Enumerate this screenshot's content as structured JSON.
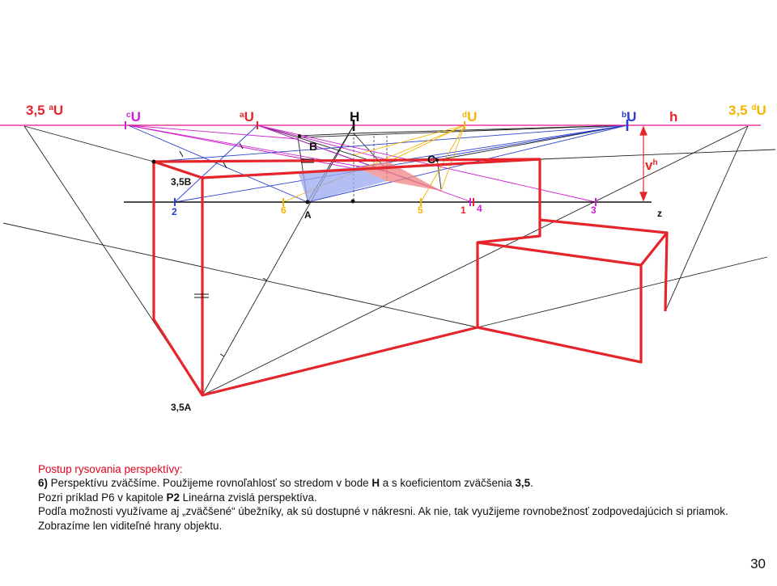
{
  "colors": {
    "horizon": "#e0138a",
    "object": "#e5252b",
    "blue": "#2a3fd0",
    "orange": "#f5b400",
    "magenta": "#d01fd0",
    "dark": "#222222",
    "fill_blue": "#9aa8ee",
    "fill_red": "#f08484",
    "heading": "#e3001b"
  },
  "labels": {
    "big_left": "3,5 ",
    "big_left_sup": "a",
    "big_left_U": "U",
    "big_right": "3,5 ",
    "big_right_sup": "d",
    "big_right_U": "U",
    "cU_sup": "c",
    "cU": "U",
    "aU_sup": "a",
    "aU": "U",
    "H": "H",
    "dU_sup": "d",
    "dU": "U",
    "bU_sup": "b",
    "bU": "U",
    "h": "h",
    "vh": "v",
    "vh_sup": "h",
    "B": "B",
    "C": "C",
    "B35": "3,5B",
    "A": "A",
    "A35": "3,5A",
    "z": "z",
    "n2": "2",
    "n6": "6",
    "n5": "5",
    "n1": "1",
    "n4": "4",
    "n3": "3"
  },
  "notes": {
    "heading": "Postup rysovania perspektívy:",
    "l1_num": "6)",
    "l1_a": " Perspektívu zväčšíme. Použijeme rovnoľahlosť so stredom v bode ",
    "l1_H": "H",
    "l1_b": " a s koeficientom zväčšenia ",
    "l1_k": "3,5",
    "l1_c": ".",
    "l2_a": "Pozri príklad P6 v kapitole ",
    "l2_P2": "P2",
    "l2_b": " Lineárna zvislá perspektíva.",
    "l3": "Podľa možnosti využívame aj „zväčšené“ úbežníky, ak sú dostupné v nákresni. Ak nie, tak využijeme rovnobežnosť zodpovedajúcich si priamok.",
    "l4": "Zobrazíme len viditeľné hrany objektu."
  },
  "page_number": "30"
}
